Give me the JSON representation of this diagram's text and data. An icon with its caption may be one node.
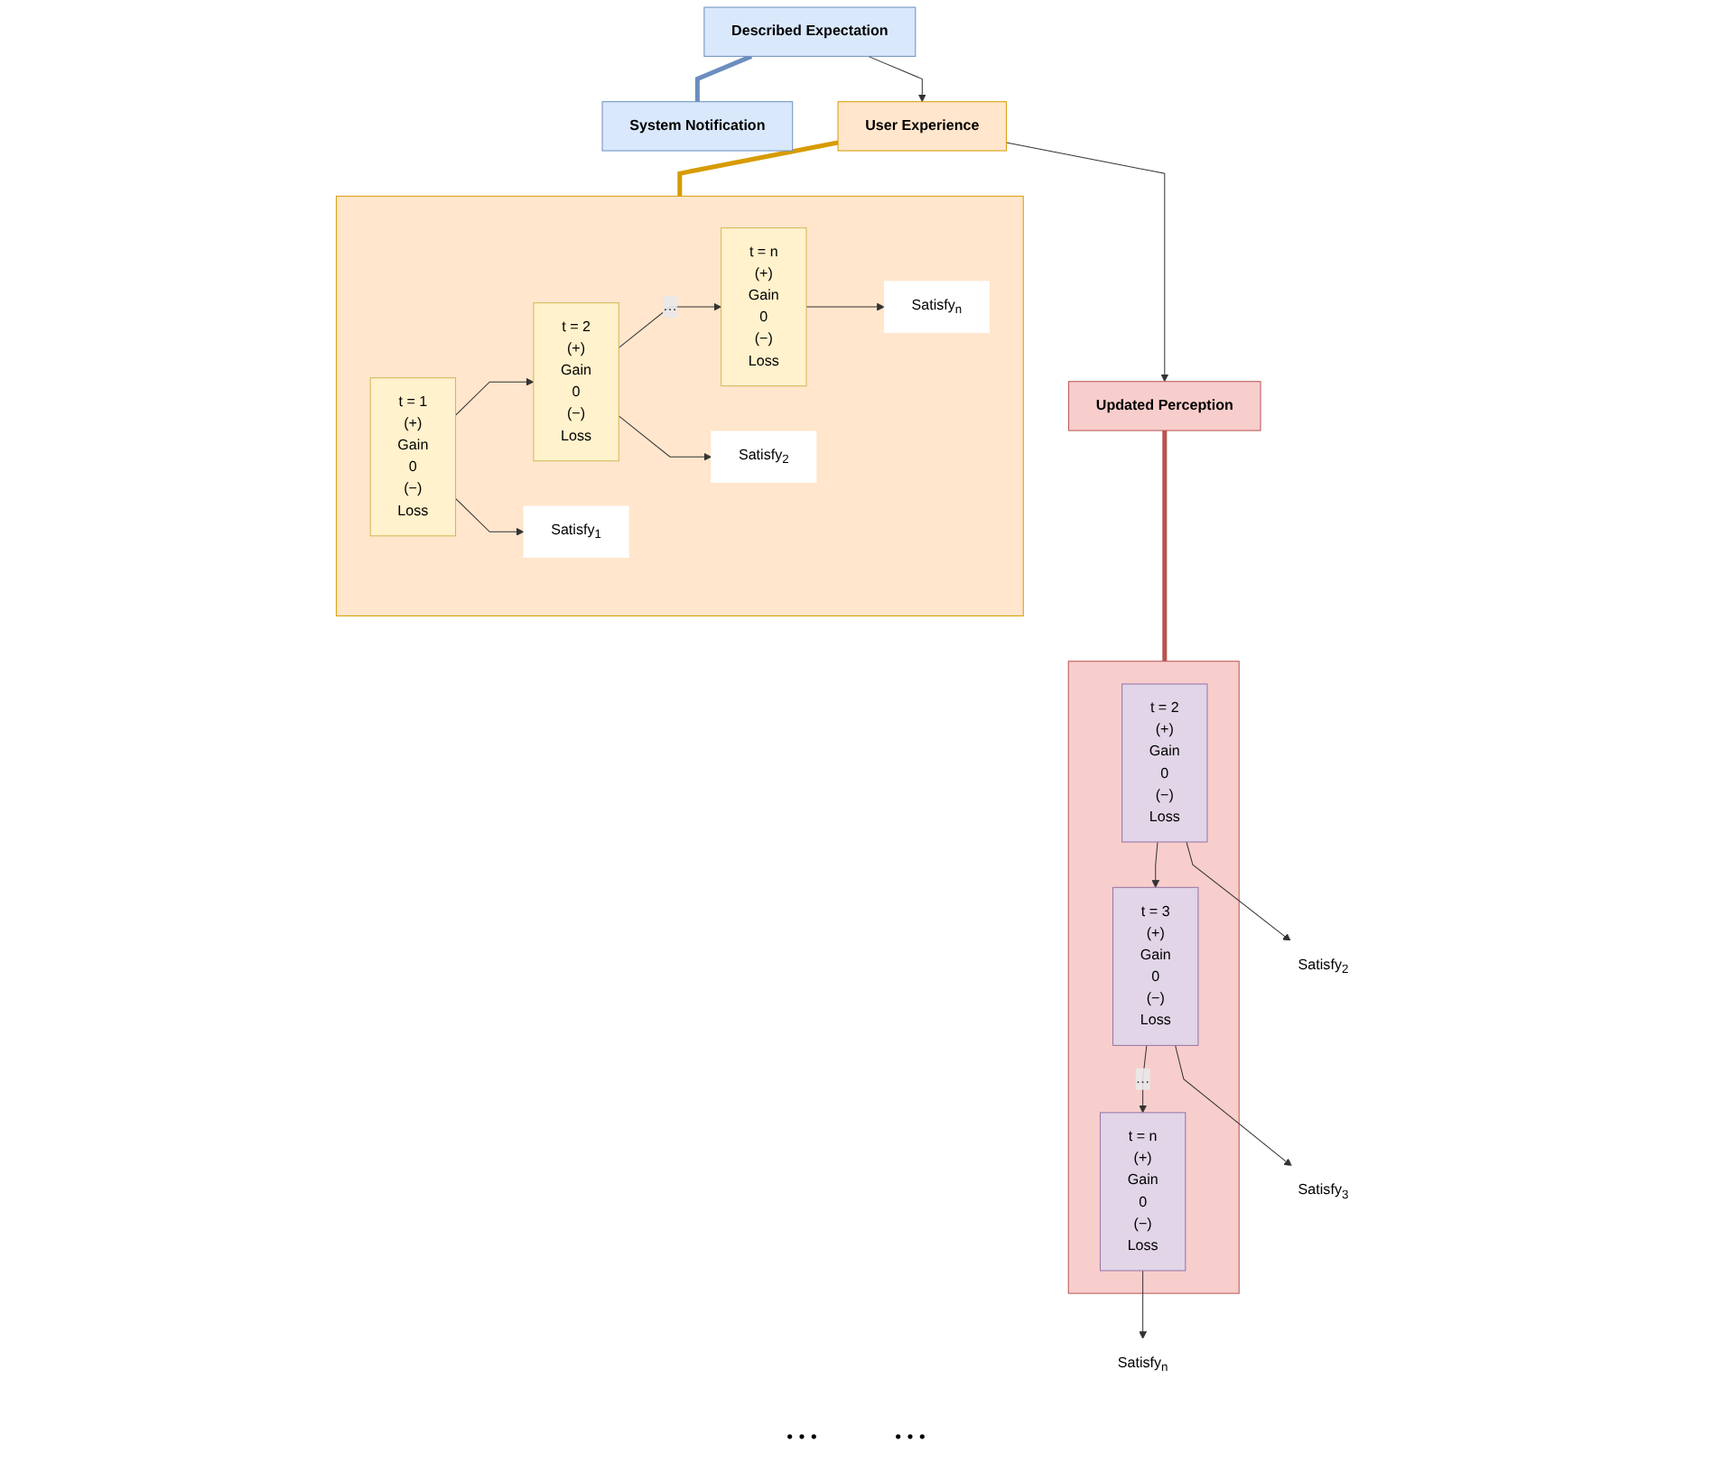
{
  "diagram": {
    "nodes": [
      {
        "text": [
          "Described Expectation"
        ]
      },
      {
        "text": [
          "System Notification"
        ]
      },
      {
        "text": [
          "User Experience"
        ]
      },
      {
        "text": [],
        "shape": "box"
      },
      {
        "text": [
          "t = 1",
          "(+)",
          "Gain",
          "0",
          "(−)",
          "Loss"
        ],
        "in": 3
      },
      {
        "text": [
          "t = 2",
          "(+)",
          "Gain",
          "0",
          "(−)",
          "Loss"
        ],
        "in": 3
      },
      {
        "text": [
          "t = n",
          "(+)",
          "Gain",
          "0",
          "(−)",
          "Loss"
        ],
        "in": 3
      },
      {
        "text": [
          "Satisfy$_{1}$"
        ],
        "in": 3
      },
      {
        "text": [
          "Satisfy$_{2}$"
        ],
        "in": 3
      },
      {
        "text": [
          "Satisfy$_{n}$"
        ],
        "in": 3
      },
      {
        "text": [
          "Updated Perception"
        ]
      },
      {
        "text": [],
        "shape": "box"
      },
      {
        "text": [
          "t = 2",
          "(+)",
          "Gain",
          "0",
          "(−)",
          "Loss"
        ],
        "in": 11
      },
      {
        "text": [
          "t = 3",
          "(+)",
          "Gain",
          "0",
          "(−)",
          "Loss"
        ],
        "in": 11
      },
      {
        "text": [
          "t = n",
          "(+)",
          "Gain",
          "0",
          "(−)",
          "Loss"
        ],
        "in": 11
      },
      {
        "text": [
          "Satisfy$_{2}$"
        ]
      },
      {
        "text": [
          "Satisfy$_{3}$"
        ]
      },
      {
        "text": [
          "Satisfy$_{n}$"
        ]
      }
    ],
    "edges": [
      {
        "from": 0,
        "to": 1,
        "arrow": "none",
        "style": "thick",
        "color": "#6c8ebf"
      },
      {
        "from": 0,
        "to": 2,
        "arrow": "to"
      },
      {
        "from": 2,
        "to": 3,
        "arrow": "none",
        "style": "thick",
        "color": "#d79b00"
      },
      {
        "from": 2,
        "to": 10,
        "arrow": "to"
      },
      {
        "from": 4,
        "to": 5,
        "arrow": "to"
      },
      {
        "from": 5,
        "to": 6,
        "arrow": "to",
        "label": "…"
      },
      {
        "from": 4,
        "to": 7,
        "arrow": "to"
      },
      {
        "from": 5,
        "to": 8,
        "arrow": "to"
      },
      {
        "from": 6,
        "to": 9,
        "arrow": "to"
      },
      {
        "from": 10,
        "to": 11,
        "arrow": "none",
        "style": "thick",
        "color": "#b85450"
      },
      {
        "from": 12,
        "to": 13,
        "arrow": "to"
      },
      {
        "from": 13,
        "to": 14,
        "arrow": "to",
        "label": "…"
      },
      {
        "from": 12,
        "to": 15,
        "arrow": "to"
      },
      {
        "from": 13,
        "to": 16,
        "arrow": "to"
      },
      {
        "from": 14,
        "to": 17,
        "arrow": "to"
      }
    ],
    "labels": [
      "…",
      "…"
    ]
  }
}
